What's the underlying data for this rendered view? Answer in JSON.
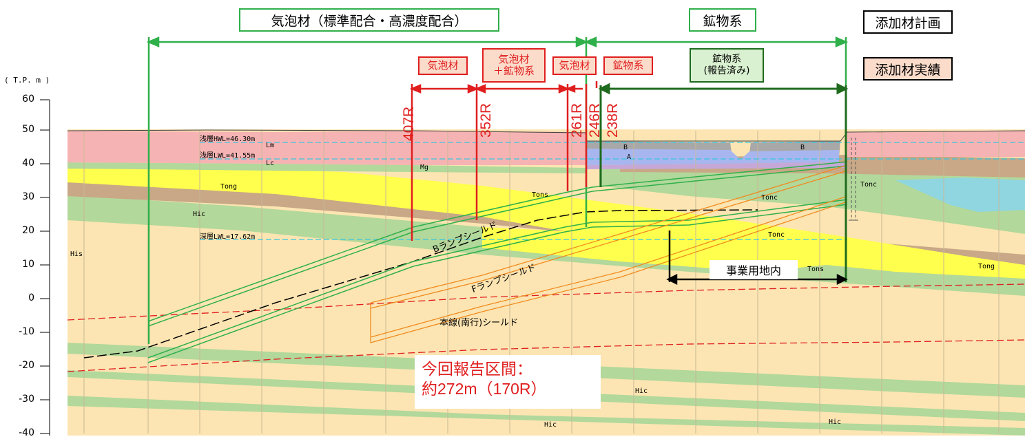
{
  "header": {
    "plan_left": "気泡材（標準配合・高濃度配合）",
    "plan_right": "鉱物系",
    "legend_plan": "添加材計画",
    "legend_actual": "添加材実績"
  },
  "actual_labels": {
    "kihouzai": "気泡材",
    "kihouzai_plus_line1": "気泡材",
    "kihouzai_plus_line2": "＋鉱物系",
    "kihouzai_short": "気泡材",
    "koubutsu": "鉱物系",
    "koubutsu_reported_line1": "鉱物系",
    "koubutsu_reported_line2": "(報告済み)"
  },
  "ring_labels": [
    "407R",
    "352R",
    "261R",
    "246R",
    "238R"
  ],
  "y_axis": {
    "unit": "( T.P. m )",
    "ticks": [
      "60",
      "50",
      "40",
      "30",
      "20",
      "10",
      "0",
      "-10",
      "-20",
      "-30",
      "-40"
    ]
  },
  "water_levels": {
    "shallow_hwl": "浅層HWL=46.30m",
    "shallow_lwl": "浅層LWL=41.55m",
    "deep_lwl": "深層LWL=17.62m"
  },
  "geology": {
    "lm": "Lm",
    "lc": "Lc",
    "mg": "Mg",
    "b1": "B",
    "b2": "B",
    "a": "A",
    "tong1": "Tong",
    "tong2": "Tong",
    "tons1": "Tons",
    "tons2": "Tons",
    "tonc1": "Tonc",
    "tonc2": "Tonc",
    "tonc3": "Tonc",
    "hic1": "Hic",
    "hic2": "Hic",
    "hic3": "Hic",
    "hic4": "Hic",
    "his": "His"
  },
  "shields": {
    "b_ramp": "Bランプシールド",
    "f_ramp": "Fランプシールド",
    "main": "本線(南行)シールド"
  },
  "business_area": "事業用地内",
  "report": {
    "line1": "今回報告区間：",
    "line2": "約272m（170R）"
  },
  "colors": {
    "plan_green": "#2fb04a",
    "actual_red": "#e01e1e",
    "reported_green": "#1e6b1e",
    "fill_pink": "#f6b3b3",
    "fill_yellow": "#ffff4d",
    "fill_beige": "#fce5b2",
    "fill_brown": "#c8a887",
    "fill_green": "#b2d89b",
    "fill_cyan": "#8fd6e1",
    "fill_blue": "#a8b6f0",
    "fill_gray": "#a8a8a8"
  }
}
